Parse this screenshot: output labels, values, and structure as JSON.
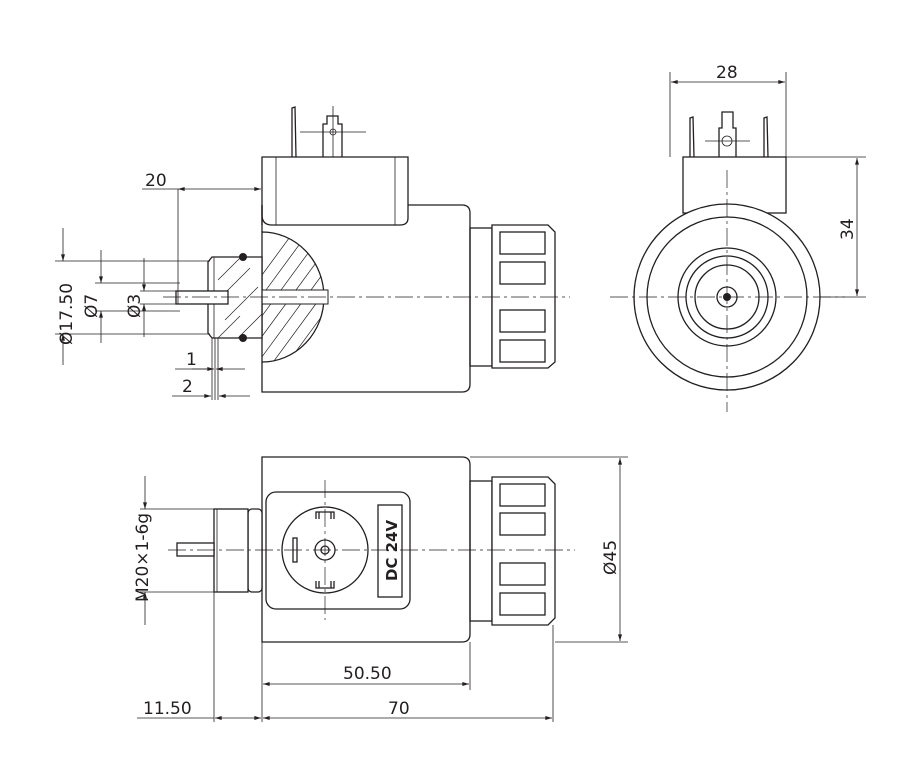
{
  "drawing": {
    "label_voltage": "DC 24V",
    "side_view": {
      "dim_length_20": "20",
      "dim_dia_17_50": "Ø17.50",
      "dim_dia_7": "Ø7",
      "dim_dia_3": "Ø3",
      "dim_1": "1",
      "dim_2": "2"
    },
    "end_view": {
      "dim_width_28": "28",
      "dim_height_34": "34"
    },
    "top_view": {
      "dim_thread": "M20×1-6g",
      "dim_dia_45": "Ø45",
      "dim_50_50": "50.50",
      "dim_70": "70",
      "dim_11_50": "11.50"
    }
  }
}
